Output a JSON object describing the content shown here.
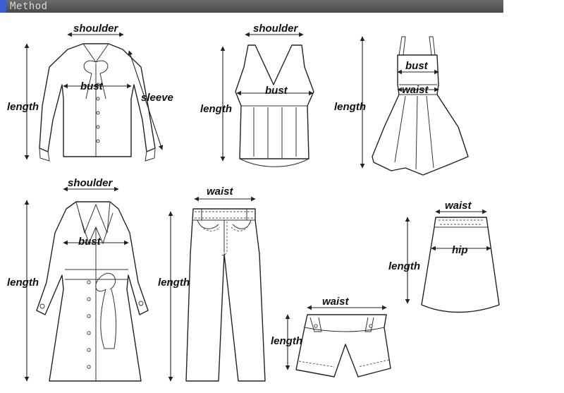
{
  "header": {
    "title": "Method"
  },
  "garments": {
    "blouse": {
      "shoulder": "shoulder",
      "bust": "bust",
      "length": "length",
      "sleeve": "sleeve"
    },
    "tank": {
      "shoulder": "shoulder",
      "bust": "bust",
      "length": "length"
    },
    "dress": {
      "bust": "bust",
      "waist": "waist",
      "length": "length"
    },
    "coat": {
      "shoulder": "shoulder",
      "bust": "bust",
      "length": "length"
    },
    "pants": {
      "waist": "waist",
      "length": "length"
    },
    "shorts": {
      "waist": "waist",
      "length": "length"
    },
    "skirt": {
      "waist": "waist",
      "hip": "hip",
      "length": "length"
    }
  }
}
